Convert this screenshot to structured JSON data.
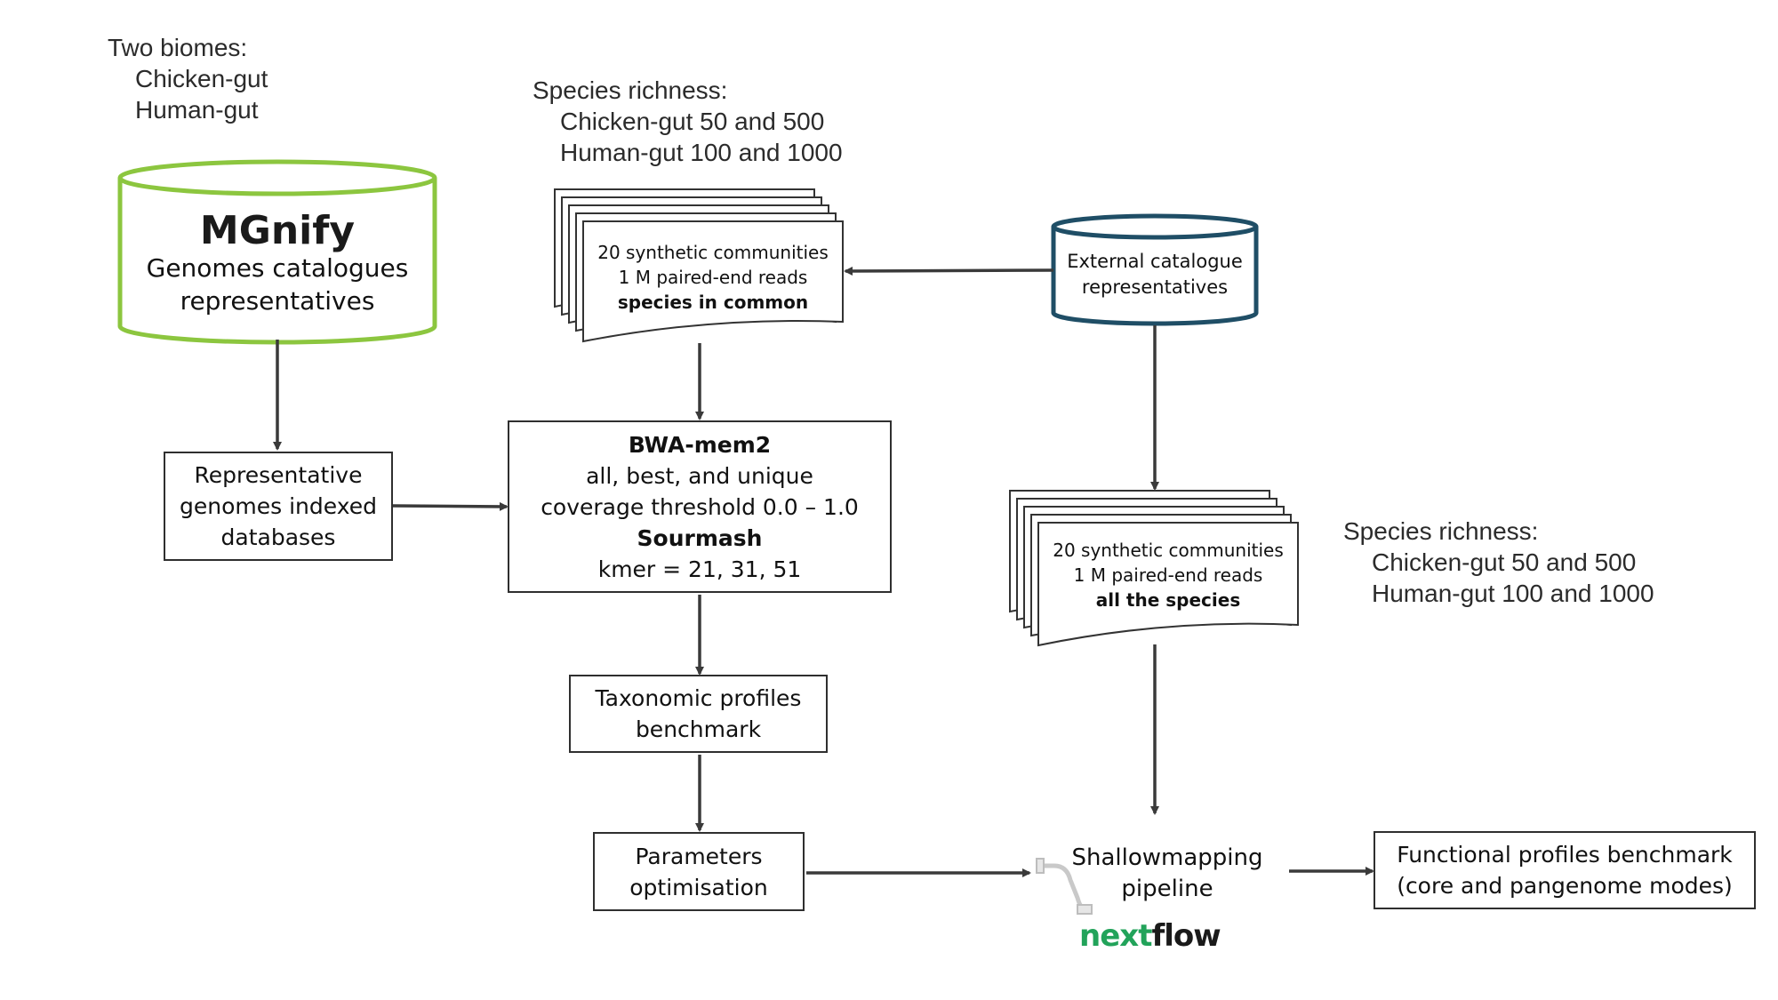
{
  "biomes": {
    "heading": "Two biomes:",
    "items": [
      "Chicken-gut",
      "Human-gut"
    ]
  },
  "mgnify_db": {
    "logo": "MGnify",
    "line1": "Genomes catalogues",
    "line2": "representatives",
    "border_color": "#8cc63f"
  },
  "species_richness_top": {
    "heading": "Species richness:",
    "line1": "Chicken-gut 50 and 500",
    "line2": "Human-gut 100 and 1000"
  },
  "communities_common": {
    "line1": "20 synthetic communities",
    "line2": "1 M paired-end reads",
    "line3": "species in common"
  },
  "external_db": {
    "line1": "External catalogue",
    "line2": "representatives",
    "border_color": "#1f4e66"
  },
  "indexed_db": {
    "line1": "Representative",
    "line2": "genomes indexed",
    "line3": "databases"
  },
  "mapping": {
    "tool1": "BWA-mem2",
    "line2": "all, best, and unique",
    "line3": "coverage threshold 0.0 – 1.0",
    "tool2": "Sourmash",
    "line5": "kmer = 21, 31, 51"
  },
  "communities_all": {
    "line1": "20 synthetic communities",
    "line2": "1 M paired-end reads",
    "line3": "all the species"
  },
  "species_richness_right": {
    "heading": "Species richness:",
    "line1": "Chicken-gut 50 and 500",
    "line2": "Human-gut 100 and 1000"
  },
  "taxonomic": {
    "line1": "Taxonomic profiles",
    "line2": "benchmark"
  },
  "parameters": {
    "line1": "Parameters",
    "line2": "optimisation"
  },
  "pipeline": {
    "line1": "Shallowmapping",
    "line2": "pipeline",
    "nextflow_part1": "nex",
    "nextflow_part2": "t",
    "nextflow_part3": "flow",
    "nextflow_green": "#22a35a",
    "pipe_icon": "pipe-icon"
  },
  "functional": {
    "line1": "Functional profiles benchmark",
    "line2": "(core and pangenome modes)"
  }
}
